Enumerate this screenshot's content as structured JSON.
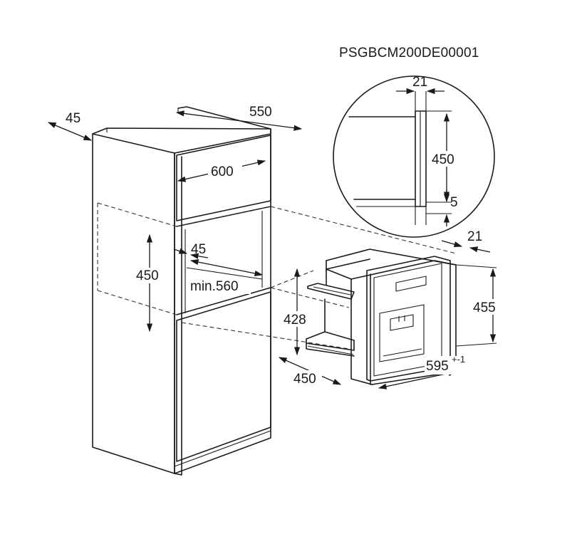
{
  "diagram": {
    "model_code": "PSGBCM200DE00001",
    "cabinet": {
      "depth_side": "45",
      "depth_top": "550",
      "width_front": "600",
      "niche_height": "450",
      "niche_recess": "45",
      "niche_min_depth": "min.560"
    },
    "appliance": {
      "front_offset": "21",
      "total_height": "455",
      "body_height": "428",
      "depth": "450",
      "width": "595",
      "width_tolerance": "+-1"
    },
    "detail": {
      "gap": "21",
      "height": "450",
      "bottom": "5"
    }
  }
}
